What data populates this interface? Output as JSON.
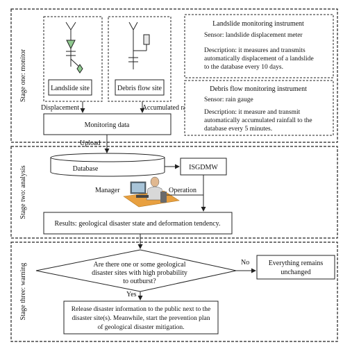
{
  "stages": {
    "monitor": "Stage one: monitor",
    "analysis": "Stage two: analysis",
    "warning": "Stage three: warning"
  },
  "monitor": {
    "landslide_site": "Landslide site",
    "debris_flow_site": "Debris flow site",
    "displacement": "Displacement",
    "accumulated_rainfall": "Accumulated rainfall",
    "monitoring_data": "Monitoring data",
    "landslide_instrument": {
      "title": "Landslide monitoring instrument",
      "sensor": "Sensor: landslide displacement meter",
      "desc": [
        "Description: it measures and transmits",
        "automatically displacement of a landslide",
        "to the database every 10 days."
      ]
    },
    "debris_instrument": {
      "title": "Debris flow monitoring instrument",
      "sensor": "Sensor: rain gauge",
      "desc": [
        "Description: it measure  and transmit",
        "automatically accumulated rainfall to the",
        "database every 5 minutes."
      ]
    }
  },
  "analysis": {
    "upload": "Upload",
    "database": "Database",
    "isgdmw": "ISGDMW",
    "manager": "Manager",
    "operation": "Operation",
    "results": "Results: geological disaster state and deformation tendency."
  },
  "warning": {
    "question": [
      "Are there one or some geological",
      "disaster sites with high probability",
      "to outburst?"
    ],
    "no": "No",
    "yes": "Yes",
    "unchanged": [
      "Everything remains",
      "unchanged"
    ],
    "release": [
      "Release disaster information to the public next to the",
      "disaster site(s). Meanwhile, start the prevention plan",
      "of geological disaster mitigation."
    ]
  },
  "colors": {
    "stroke": "#222222",
    "sensor_green": "#8fc98f",
    "gauge_fill": "#e8e8e8",
    "person_orange": "#e8a040"
  }
}
